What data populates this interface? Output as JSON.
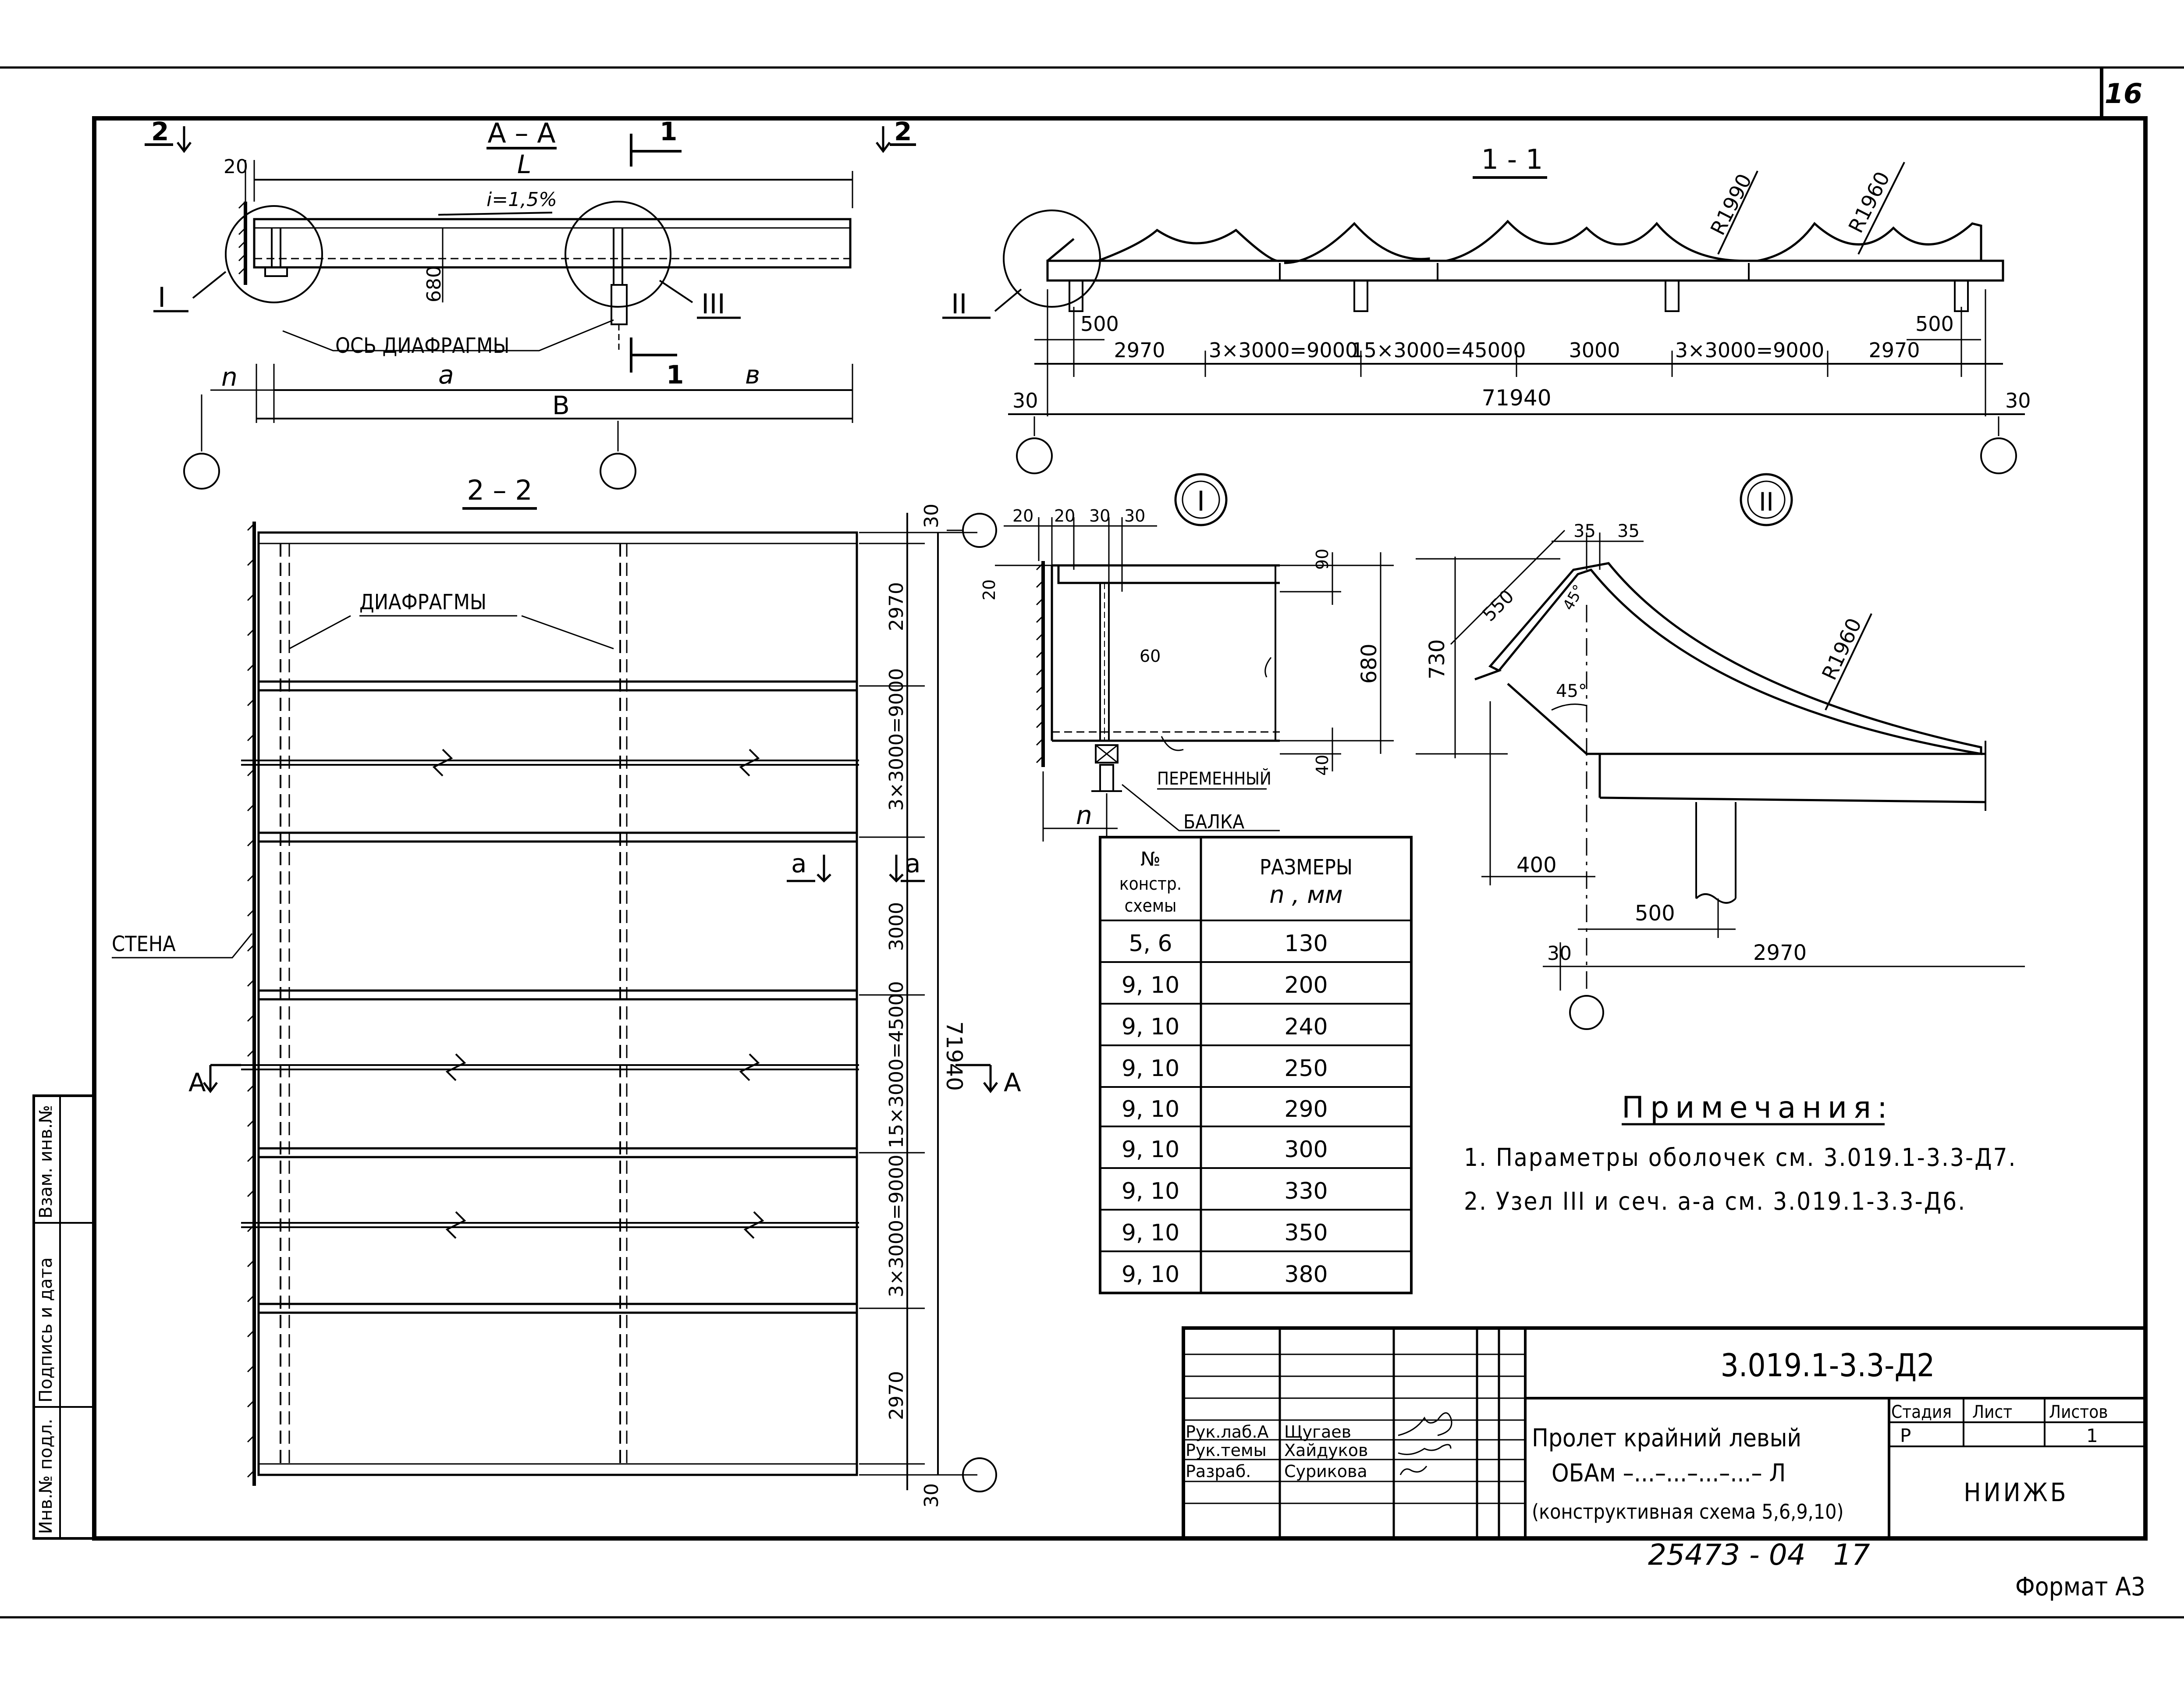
{
  "page": {
    "number": "16",
    "format": "Формат А3"
  },
  "side_stamp": [
    "Инв.№ подл.",
    "Подпись и дата",
    "Взам. инв.№"
  ],
  "section_aa": {
    "title": "А – А",
    "cut_left": "2",
    "cut_right": "2",
    "cut_top": "1",
    "cut_bottom": "1",
    "dim_20": "20",
    "dim_L": "L",
    "slope": "i=1,5%",
    "dim_680": "680",
    "axis_label": "ОСЬ ДИАФРАГМЫ",
    "node_I": "I",
    "node_III": "III",
    "dim_n": "n",
    "dim_a": "а",
    "dim_b": "в",
    "dim_B": "В"
  },
  "section_11": {
    "title": "1 - 1",
    "radius1": "R1990",
    "radius2": "R1960",
    "node_II": "II",
    "dims": [
      "2970",
      "3×3000=9000",
      "15×3000=45000",
      "3000",
      "3×3000=9000",
      "2970"
    ],
    "dim_500_left": "500",
    "dim_500_right": "500",
    "dim_30_left": "30",
    "dim_30_right": "30",
    "total": "71940"
  },
  "section_22": {
    "title": "2 – 2",
    "diaphragms": "ДИАФРАГМЫ",
    "wall": "СТЕНА",
    "dims": [
      "30",
      "2970",
      "3×3000=9000",
      "3000",
      "15×3000=45000",
      "3×3000=9000",
      "2970",
      "30"
    ],
    "total": "71940",
    "cut_a": "а",
    "cut_A": "А"
  },
  "detail_I": {
    "marker": "I",
    "dims_top": [
      "20",
      "20",
      "30",
      "30"
    ],
    "dim_20_side": "20",
    "dim_90": "90",
    "dim_680": "680",
    "dim_60": "60",
    "dim_40": "40",
    "variable": "ПЕРЕМЕННЫЙ",
    "beam": "БАЛКА",
    "dim_n": "n"
  },
  "detail_II": {
    "marker": "II",
    "dim_35a": "35",
    "dim_35b": "35",
    "dim_550": "550",
    "angle1": "45°",
    "angle2": "45°",
    "dim_730": "730",
    "radius": "R1960",
    "dim_400": "400",
    "dim_500": "500",
    "dim_30": "30",
    "dim_2970": "2970"
  },
  "table": {
    "header_col1": [
      "№",
      "констр.",
      "схемы"
    ],
    "header_col2": [
      "РАЗМЕРЫ",
      "n , мм"
    ],
    "rows": [
      [
        "5, 6",
        "130"
      ],
      [
        "9, 10",
        "200"
      ],
      [
        "9, 10",
        "240"
      ],
      [
        "9, 10",
        "250"
      ],
      [
        "9, 10",
        "290"
      ],
      [
        "9, 10",
        "300"
      ],
      [
        "9, 10",
        "330"
      ],
      [
        "9, 10",
        "350"
      ],
      [
        "9, 10",
        "380"
      ]
    ]
  },
  "notes": {
    "title": "Примечания:",
    "items": [
      "1. Параметры оболочек см. 3.019.1-3.3-Д7.",
      "2. Узел III и сеч. а-а см. 3.019.1-3.3-Д6."
    ]
  },
  "title_block": {
    "code": "3.019.1-3.3-Д2",
    "roles": [
      "Рук.лаб.А",
      "Рук.темы",
      "Разраб."
    ],
    "names": [
      "Щугаев",
      "Хайдуков",
      "Сурикова"
    ],
    "title_lines": [
      "Пролет крайний левый",
      "ОБАм –...–...–...–...– Л",
      "(конструктивная схема 5,6,9,10)"
    ],
    "stage_label": "Стадия",
    "sheet_label": "Лист",
    "sheets_label": "Листов",
    "stage": "Р",
    "sheets": "1",
    "org": "НИИЖБ"
  },
  "inventory": "25473 - 04   17"
}
